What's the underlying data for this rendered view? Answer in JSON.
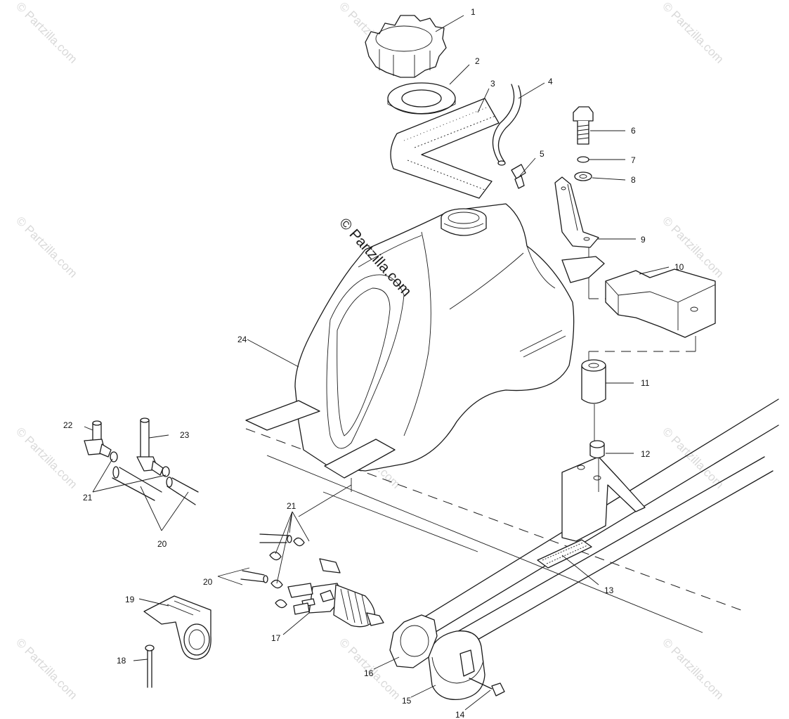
{
  "colors": {
    "line": "#1a1a1a",
    "background": "#ffffff",
    "watermark": "#d9d9d9"
  },
  "watermark": {
    "text": "© Partzilla.com",
    "center_text": "© Partzilla.com"
  },
  "callouts": {
    "c1": "1",
    "c2": "2",
    "c3": "3",
    "c4": "4",
    "c5": "5",
    "c6": "6",
    "c7": "7",
    "c8": "8",
    "c9": "9",
    "c10": "10",
    "c11": "11",
    "c12": "12",
    "c13": "13",
    "c14": "14",
    "c15": "15",
    "c16": "16",
    "c17": "17",
    "c18": "18",
    "c19": "19",
    "c20a": "20",
    "c20b": "20",
    "c21a": "21",
    "c21b": "21",
    "c22": "22",
    "c23": "23",
    "c24": "24"
  }
}
